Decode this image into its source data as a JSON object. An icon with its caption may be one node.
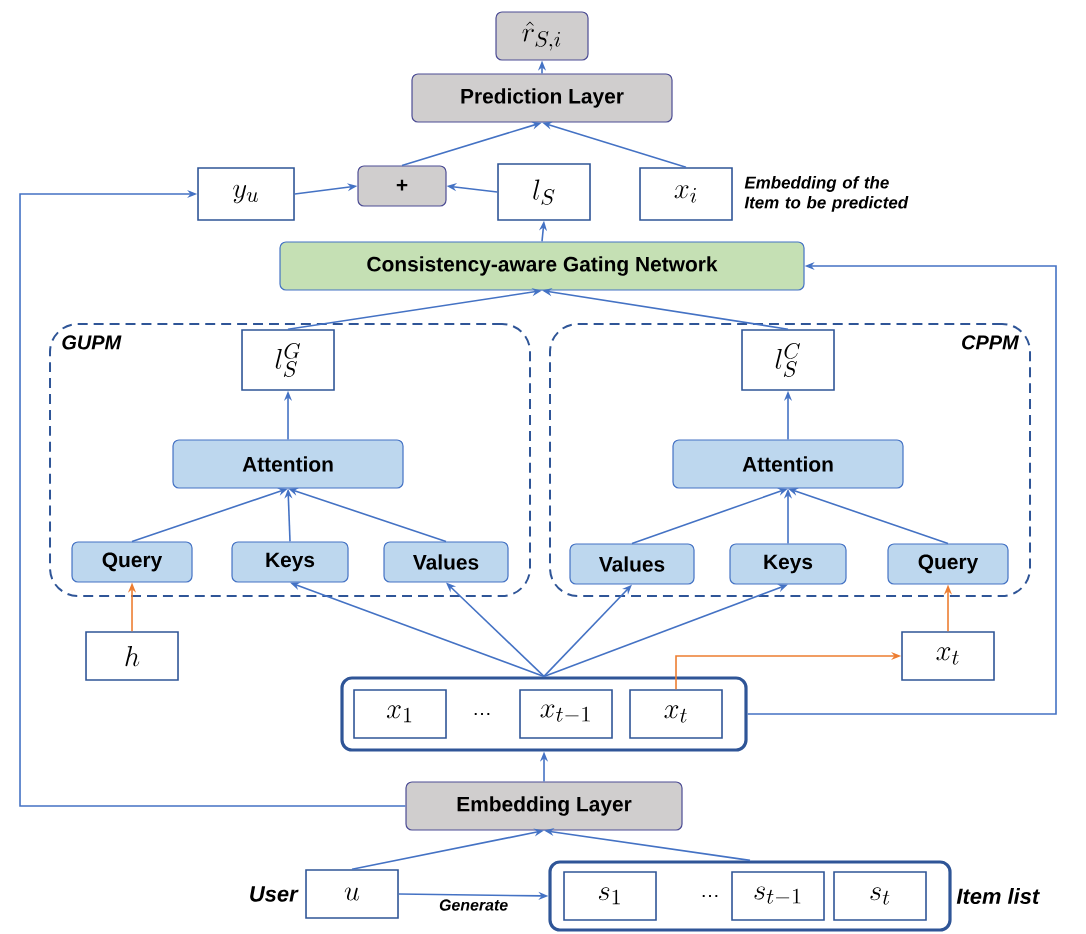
{
  "diagram": {
    "nodes": [
      {
        "text": [
          "\\hat{r}_{S,i}"
        ]
      },
      {
        "text": [
          "Prediction Layer"
        ]
      },
      {
        "text": [
          "y_u"
        ]
      },
      {
        "text": [
          "+"
        ]
      },
      {
        "text": [
          "l_S"
        ]
      },
      {
        "text": [
          "x_i"
        ],
        "beside": [
          "Embedding of the Item to be predicted"
        ]
      },
      {
        "text": [
          "Consistency-aware Gating Network"
        ]
      },
      {
        "text": [
          "GUPM"
        ]
      },
      {
        "text": [
          "l_S^G"
        ],
        "in": 7
      },
      {
        "text": [
          "Attention"
        ],
        "in": 7
      },
      {
        "text": [
          "Query"
        ],
        "in": 7
      },
      {
        "text": [
          "Keys"
        ],
        "in": 7
      },
      {
        "text": [
          "Values"
        ],
        "in": 7
      },
      {
        "text": [
          "CPPM"
        ]
      },
      {
        "text": [
          "l_S^C"
        ],
        "in": 13
      },
      {
        "text": [
          "Attention"
        ],
        "in": 13
      },
      {
        "text": [
          "Values"
        ],
        "in": 13
      },
      {
        "text": [
          "Keys"
        ],
        "in": 13
      },
      {
        "text": [
          "Query"
        ],
        "in": 13
      },
      {
        "text": [
          "h"
        ]
      },
      {
        "text": [
          "x_t"
        ]
      },
      {
        "text": [],
        "shape": "box"
      },
      {
        "text": [
          "x_1"
        ],
        "in": 21
      },
      {
        "text": [
          "x_{t-1}"
        ],
        "in": 21
      },
      {
        "text": [
          "x_t"
        ],
        "in": 21
      },
      {
        "text": [
          "Embedding Layer"
        ]
      },
      {
        "text": [
          "u"
        ],
        "beside": [
          "User"
        ]
      },
      {
        "text": [],
        "shape": "box",
        "beside": [
          "Item list"
        ]
      },
      {
        "text": [
          "s_1"
        ],
        "in": 27
      },
      {
        "text": [
          "s_{t-1}"
        ],
        "in": 27
      },
      {
        "text": [
          "s_t"
        ],
        "in": 27
      }
    ],
    "edges": [
      {
        "from": 1,
        "to": 0,
        "arrow": "to"
      },
      {
        "from": 3,
        "to": 1,
        "arrow": "to"
      },
      {
        "from": 5,
        "to": 1,
        "arrow": "to"
      },
      {
        "from": 2,
        "to": 3,
        "arrow": "to"
      },
      {
        "from": 4,
        "to": 3,
        "arrow": "to"
      },
      {
        "from": 6,
        "to": 4,
        "arrow": "to"
      },
      {
        "from": 25,
        "to": 2,
        "arrow": "to"
      },
      {
        "from": 21,
        "to": 6,
        "arrow": "to"
      },
      {
        "from": 8,
        "to": 6,
        "arrow": "to"
      },
      {
        "from": 14,
        "to": 6,
        "arrow": "to"
      },
      {
        "from": 9,
        "to": 8,
        "arrow": "to"
      },
      {
        "from": 15,
        "to": 14,
        "arrow": "to"
      },
      {
        "from": 10,
        "to": 9,
        "arrow": "to"
      },
      {
        "from": 11,
        "to": 9,
        "arrow": "to"
      },
      {
        "from": 12,
        "to": 9,
        "arrow": "to"
      },
      {
        "from": 16,
        "to": 15,
        "arrow": "to"
      },
      {
        "from": 17,
        "to": 15,
        "arrow": "to"
      },
      {
        "from": 18,
        "to": 15,
        "arrow": "to"
      },
      {
        "from": 19,
        "to": 10,
        "arrow": "to",
        "color": "#ed7d31"
      },
      {
        "from": 20,
        "to": 18,
        "arrow": "to",
        "color": "#ed7d31"
      },
      {
        "from": 24,
        "to": 20,
        "arrow": "to",
        "color": "#ed7d31"
      },
      {
        "from": 21,
        "to": 11,
        "arrow": "to"
      },
      {
        "from": 21,
        "to": 12,
        "arrow": "to"
      },
      {
        "from": 21,
        "to": 16,
        "arrow": "to"
      },
      {
        "from": 21,
        "to": 17,
        "arrow": "to"
      },
      {
        "from": 25,
        "to": 21,
        "arrow": "to"
      },
      {
        "from": 26,
        "to": 25,
        "arrow": "to"
      },
      {
        "from": 27,
        "to": 25,
        "arrow": "to"
      },
      {
        "from": 26,
        "to": 27,
        "arrow": "to",
        "label": "Generate"
      }
    ],
    "labels": [
      "…",
      "…"
    ]
  }
}
